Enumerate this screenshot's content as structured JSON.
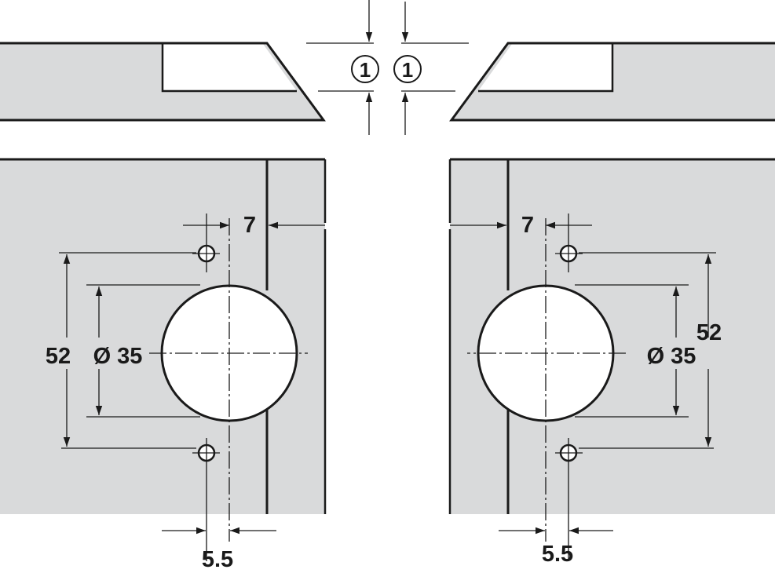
{
  "colors": {
    "panel": "#d9dadb",
    "line": "#1a1a1a"
  },
  "labels": {
    "gap_marker_left": "1",
    "gap_marker_right": "1",
    "left": {
      "edge_distance": "7",
      "hole_spacing": "52",
      "cup_diameter": "Ø 35",
      "hole_offset": "5.5"
    },
    "right": {
      "edge_distance": "7",
      "hole_spacing": "52",
      "cup_diameter": "Ø 35",
      "hole_offset": "5.5"
    }
  }
}
